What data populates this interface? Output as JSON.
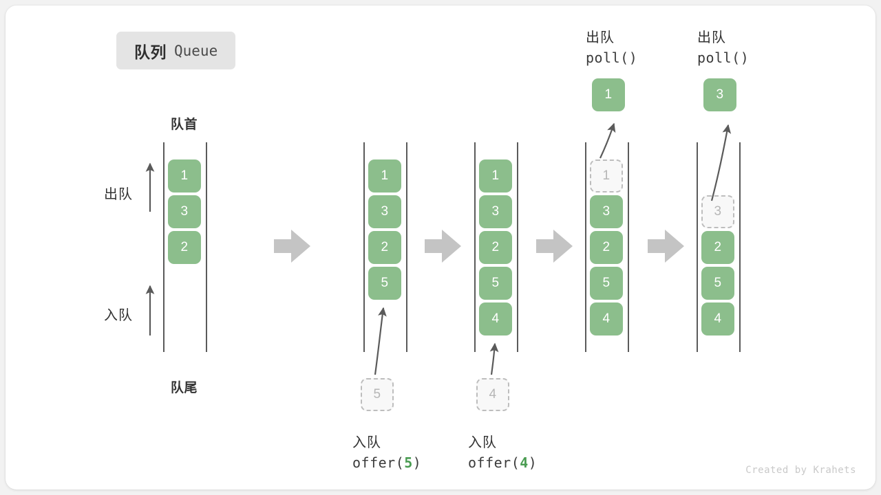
{
  "title": {
    "cn": "队列",
    "en": "Queue"
  },
  "labels": {
    "head": "队首",
    "tail": "队尾",
    "dequeue": "出队",
    "enqueue": "入队"
  },
  "colors": {
    "cell_fill": "#8cbe8c",
    "cell_text": "#ffffff",
    "ghost_fill": "#f8f8f8",
    "ghost_border": "#bdbdbd",
    "ghost_text": "#b6b6b6",
    "rail": "#5a5a5a",
    "arrow": "#5a5a5a",
    "step_arrow": "#c4c4c4",
    "chip_bg": "#e4e4e4",
    "accent_green": "#4a9c52",
    "card_bg": "#ffffff",
    "page_bg": "#f2f2f2"
  },
  "columns": [
    {
      "name": "initial-queue",
      "cells": [
        {
          "value": "1",
          "state": "filled"
        },
        {
          "value": "3",
          "state": "filled"
        },
        {
          "value": "2",
          "state": "filled"
        }
      ],
      "ghost_below": null,
      "emitted": null,
      "caption_cn": null,
      "caption_code": null
    },
    {
      "name": "after-offer-5",
      "cells": [
        {
          "value": "1",
          "state": "filled"
        },
        {
          "value": "3",
          "state": "filled"
        },
        {
          "value": "2",
          "state": "filled"
        },
        {
          "value": "5",
          "state": "filled"
        }
      ],
      "ghost_below": "5",
      "emitted": null,
      "caption_cn": "入队",
      "caption_code_prefix": "offer(",
      "caption_code_arg": "5",
      "caption_code_suffix": ")"
    },
    {
      "name": "after-offer-4",
      "cells": [
        {
          "value": "1",
          "state": "filled"
        },
        {
          "value": "3",
          "state": "filled"
        },
        {
          "value": "2",
          "state": "filled"
        },
        {
          "value": "5",
          "state": "filled"
        },
        {
          "value": "4",
          "state": "filled"
        }
      ],
      "ghost_below": "4",
      "emitted": null,
      "caption_cn": "入队",
      "caption_code_prefix": "offer(",
      "caption_code_arg": "4",
      "caption_code_suffix": ")"
    },
    {
      "name": "after-poll-1",
      "cells": [
        {
          "value": "1",
          "state": "ghost"
        },
        {
          "value": "3",
          "state": "filled"
        },
        {
          "value": "2",
          "state": "filled"
        },
        {
          "value": "5",
          "state": "filled"
        },
        {
          "value": "4",
          "state": "filled"
        }
      ],
      "ghost_below": null,
      "emitted": "1",
      "header_cn": "出队",
      "header_code": "poll()"
    },
    {
      "name": "after-poll-3",
      "cells": [
        {
          "value": "",
          "state": "empty"
        },
        {
          "value": "3",
          "state": "ghost"
        },
        {
          "value": "2",
          "state": "filled"
        },
        {
          "value": "5",
          "state": "filled"
        },
        {
          "value": "4",
          "state": "filled"
        }
      ],
      "ghost_below": null,
      "emitted": "3",
      "header_cn": "出队",
      "header_code": "poll()"
    }
  ],
  "credit": "Created by Krahets"
}
